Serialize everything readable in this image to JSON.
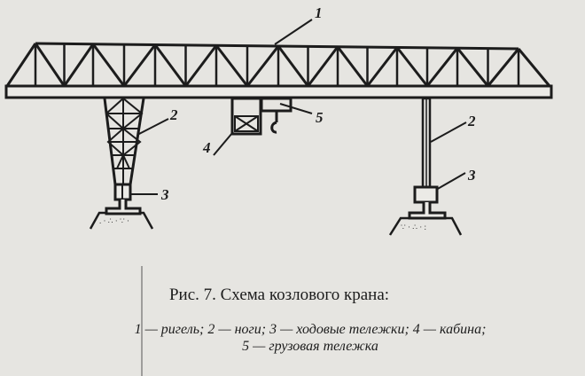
{
  "figure": {
    "labels": {
      "girder": "1",
      "leg_left": "2",
      "leg_right": "2",
      "bogie_left": "3",
      "bogie_right": "3",
      "cabin": "4",
      "trolley": "5"
    },
    "caption_title": "Рис. 7. Схема козлового крана:",
    "caption_legend_line1": "1 — ригель; 2 — ноги; 3 — ходовые тележки; 4 — кабина;",
    "caption_legend_line2": "5 — грузовая тележка"
  }
}
